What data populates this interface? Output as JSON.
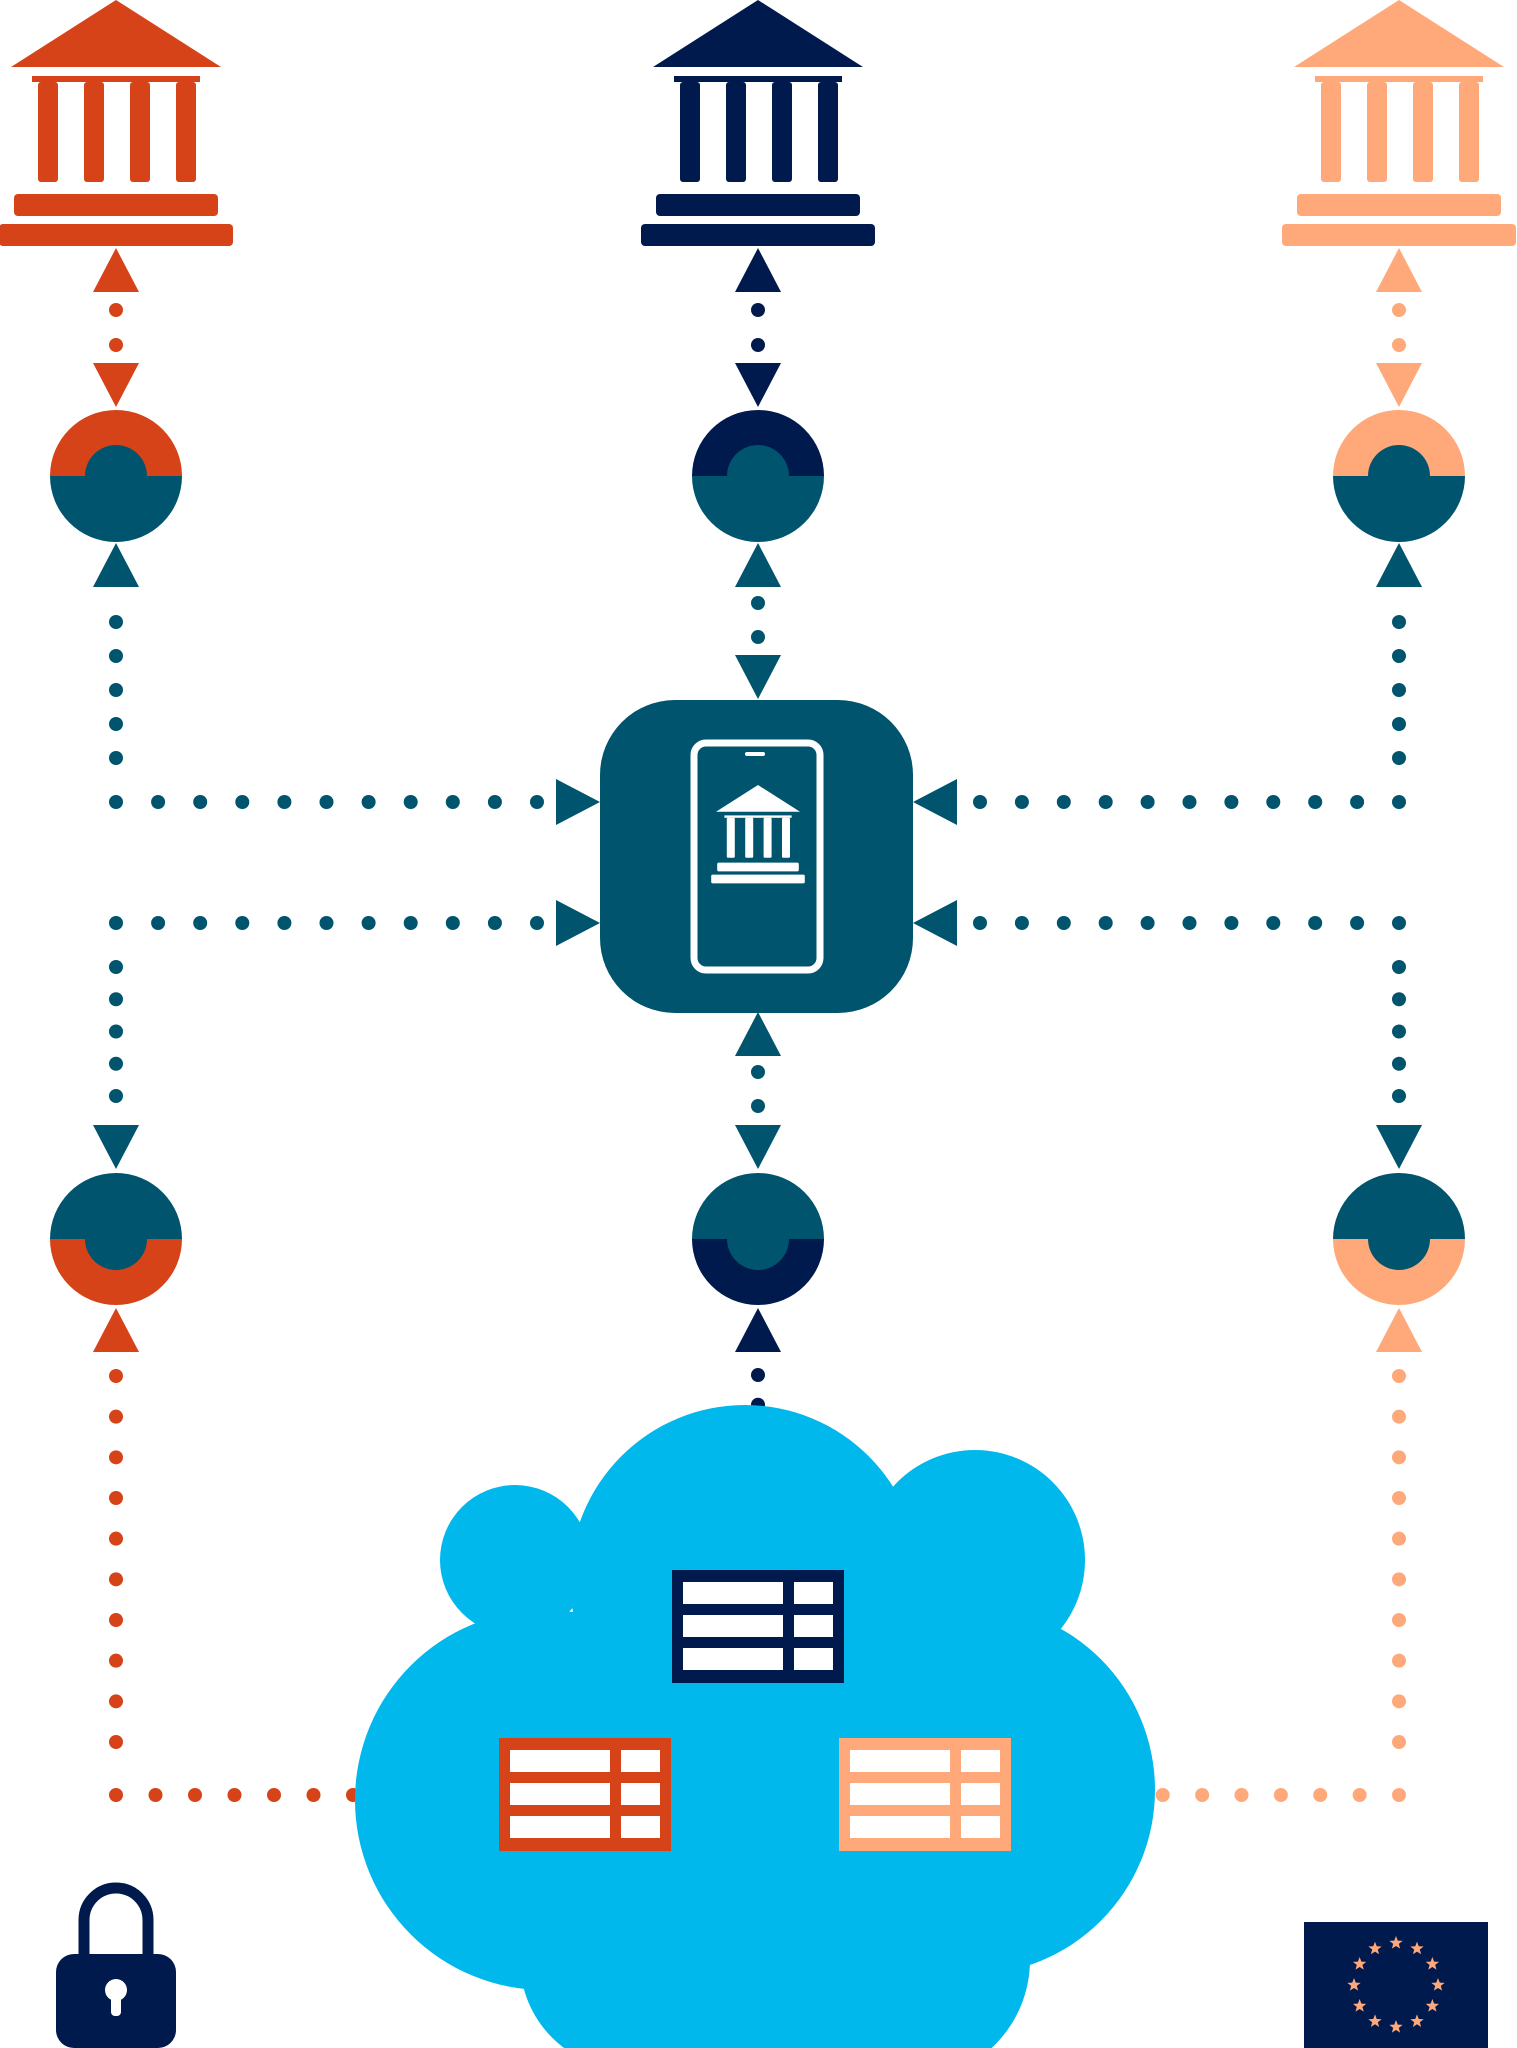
{
  "colors": {
    "bank_left": "#d64318",
    "bank_center": "#001a4e",
    "bank_right": "#ffa97a",
    "hub": "#00546e",
    "cloud": "#00b8ec",
    "white": "#ffffff",
    "eu_flag": "#001a4e",
    "eu_stars": "#ffa97a"
  },
  "icons": {
    "bank": "bank-building-icon",
    "connector": "connector-node-icon",
    "hub": "mobile-banking-hub-icon",
    "ledger": "ledger-table-icon",
    "cloud": "cloud-icon",
    "lock": "padlock-icon",
    "flag": "eu-flag-icon"
  },
  "diagram": {
    "banks": [
      {
        "id": "left",
        "color_key": "bank_left"
      },
      {
        "id": "center",
        "color_key": "bank_center"
      },
      {
        "id": "right",
        "color_key": "bank_right"
      }
    ],
    "eu_flag_star_count": 12
  }
}
